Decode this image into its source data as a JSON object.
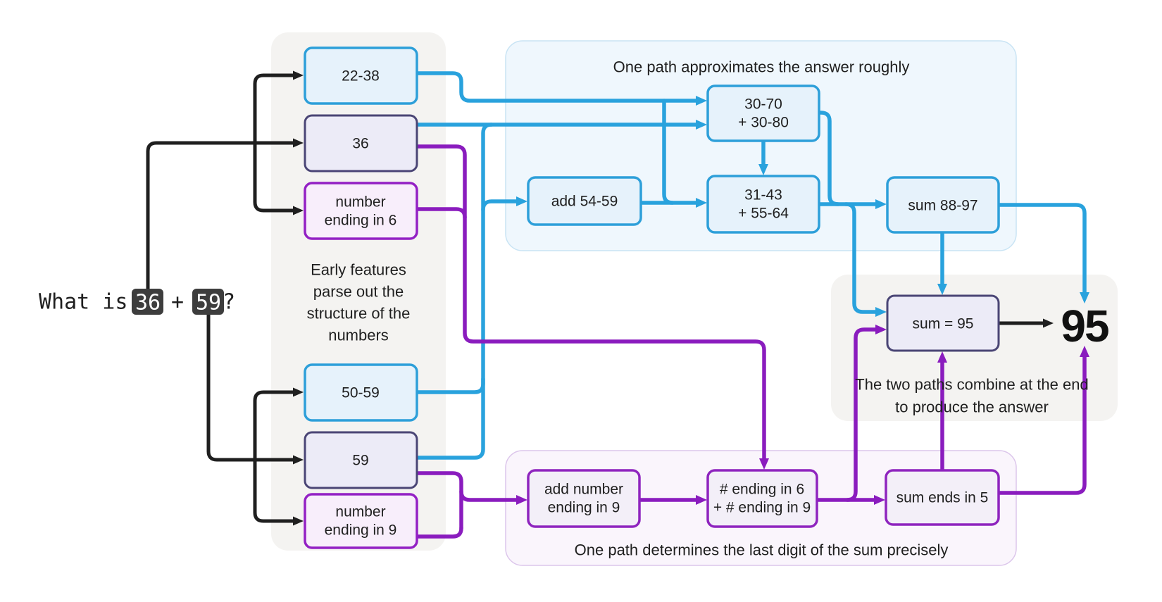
{
  "prompt": {
    "prefix": "What is",
    "addend1": "36",
    "plus": "+",
    "addend2": "59",
    "question": "?"
  },
  "captions": {
    "left1": "Early features",
    "left2": "parse out the",
    "left3": "structure of the",
    "left4": "numbers",
    "approx": "One path approximates the answer roughly",
    "precise": "One path determines the last digit of the sum precisely",
    "combine1": "The two paths combine at the end",
    "combine2": "to produce the answer"
  },
  "nodes": {
    "range1": "22-38",
    "addend1": "36",
    "ending6_l1": "number",
    "ending6_l2": "ending in 6",
    "range2": "50-59",
    "addend2": "59",
    "ending9_l1": "number",
    "ending9_l2": "ending in 9",
    "approx_input_l1": "30-70",
    "approx_input_l2": "+ 30-80",
    "add_range": "add 54-59",
    "approx_sum_l1": "31-43",
    "approx_sum_l2": "+ 55-64",
    "approx_out": "sum 88-97",
    "sum": "sum = 95",
    "add_ending_l1": "add number",
    "add_ending_l2": "ending in 9",
    "lookup_l1": "# ending in 6",
    "lookup_l2": "+ # ending in 9",
    "ones_out": "sum ends in 5"
  },
  "answer": {
    "value": "95"
  },
  "colors": {
    "blue_line": "#29a2dd",
    "purple_line": "#8a1cbe",
    "black_line": "#1f1f1f",
    "blue_box_fill": "#e6f2fb",
    "blue_box_border": "#2d9fd9",
    "lavender_box_fill": "#ecebf7",
    "navy_box_border": "#4a4575",
    "pink_box_fill": "#f8eefb",
    "purple_box_border": "#9320c4",
    "panel_gray": "#f4f3f1",
    "panel_blue": "#eff7fd",
    "panel_purple": "#faf5fc",
    "token_background": "#3d3d3d"
  }
}
